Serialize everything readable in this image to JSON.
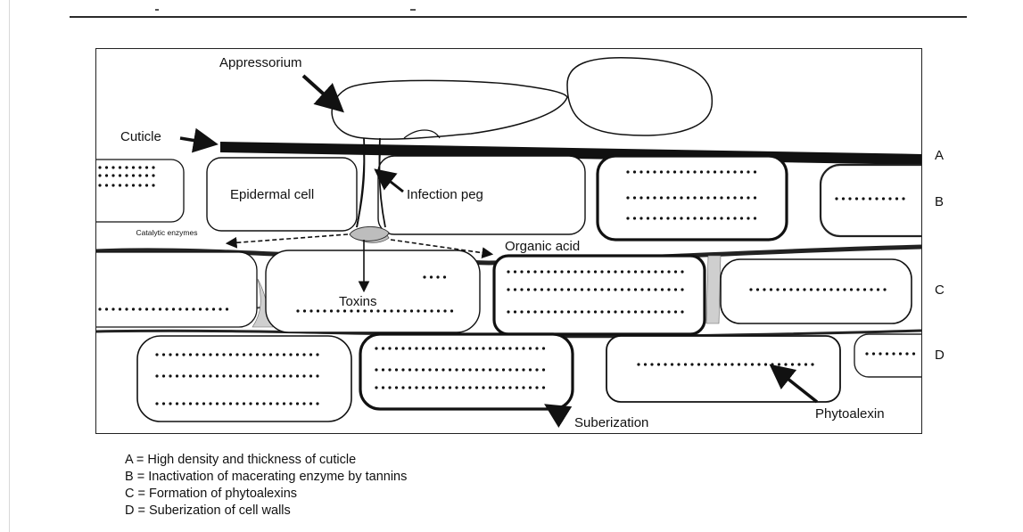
{
  "labels": {
    "appressorium": "Appressorium",
    "cuticle": "Cuticle",
    "epidermal_cell": "Epidermal cell",
    "infection_peg": "Infection peg",
    "catalytic_enzymes": "Catalytic enzymes",
    "organic_acid": "Organic acid",
    "toxins": "Toxins",
    "suberization": "Suberization",
    "phytoalexin": "Phytoalexin"
  },
  "rows": [
    "A",
    "B",
    "C",
    "D"
  ],
  "legend": [
    "A = High density and thickness of cuticle",
    "B = Inactivation of macerating enzyme by tannins",
    "C = Formation of phytoalexins",
    "D = Suberization of cell walls"
  ],
  "colors": {
    "ink": "#111111",
    "border": "#222222",
    "tissue": "#cccccc"
  }
}
